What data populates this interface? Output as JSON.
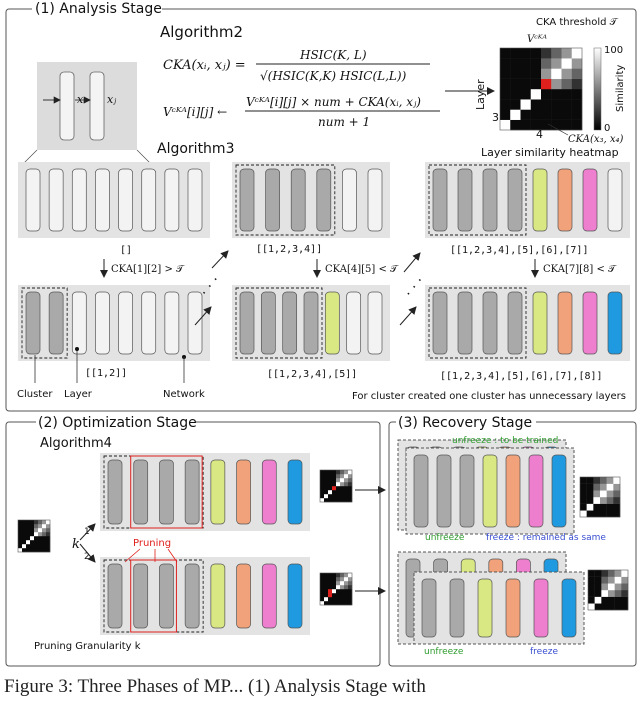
{
  "stages": {
    "analysis": "(1) Analysis Stage",
    "optimization": "(2) Optimization Stage",
    "recovery": "(3) Recovery Stage"
  },
  "algorithms": {
    "a2": "Algorithm2",
    "a3": "Algorithm3",
    "a4": "Algorithm4"
  },
  "equations": {
    "cka_lhs": "CKA(xᵢ, xⱼ) =",
    "cka_num": "HSIC(K, L)",
    "cka_den": "√(HSIC(K,K) HSIC(L,L))",
    "vcka_lhs": "Vᶜᴷᴬ[i][j] ←",
    "vcka_num": "Vᶜᴷᴬ[i][j] × num + CKA(xᵢ, xⱼ)",
    "vcka_den": "num + 1"
  },
  "inset": {
    "xi": "xᵢ",
    "xj": "xⱼ"
  },
  "heatmap": {
    "threshold": "CKA threshold 𝒯",
    "top": "Vᶜᴷᴬ",
    "layer": "Layer",
    "three": "3",
    "four": "4",
    "scale_max": "100",
    "scale_min": "0",
    "similarity": "Similarity",
    "ckapair": "CKA(x₃, x₄)",
    "caption": "Layer similarity heatmap"
  },
  "clusters": {
    "empty": "[]",
    "c1": "[[1,2]]",
    "c2": "[[1,2,3,4]]",
    "c3": "[[1,2,3,4],[5]]",
    "c4": "[[1,2,3,4],[5],[6],[7]]",
    "c5": "[[1,2,3,4],[5],[6],[7],[8]]"
  },
  "conditions": {
    "d1": "CKA[1][2] > 𝒯",
    "d2": "CKA[4][5] < 𝒯",
    "d3": "CKA[7][8] < 𝒯"
  },
  "legend": {
    "cluster": "Cluster",
    "layer": "Layer",
    "network": "Network",
    "note": "For cluster created one cluster has unnecessary layers"
  },
  "optimization": {
    "k": "k",
    "one": "1",
    "two": "2",
    "pruning": "Pruning",
    "granularity": "Pruning Granularity k"
  },
  "recovery": {
    "unfreeze_train": "unfreeze : to be trained",
    "unfreeze": "unfreeze",
    "freeze_same": "freeze : remained as same",
    "unfreeze2": "unfreeze",
    "freeze2": "freeze"
  },
  "caption": "Figure 3: Three Phases of MP... (1) Analysis Stage with",
  "colors": {
    "gray_dark": "#a9a9a9",
    "gray_light": "#f3f3f3",
    "yellow": "#d9e882",
    "orange": "#f2a27a",
    "pink": "#ee7fcf",
    "blue": "#1f9ae0",
    "panel": "#e3e3e3",
    "red": "#e0201c",
    "green": "#2e9c2e",
    "blue_dash": "#3a4fd1"
  }
}
